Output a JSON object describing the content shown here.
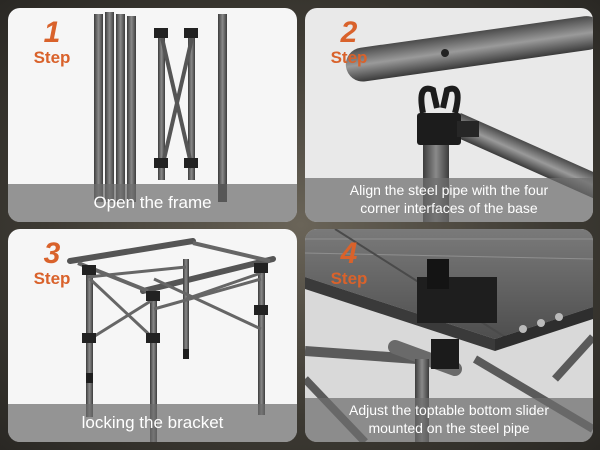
{
  "steps": [
    {
      "number": "1",
      "word": "Step",
      "caption": "Open the frame"
    },
    {
      "number": "2",
      "word": "Step",
      "caption_line1": "Align the steel pipe with the four",
      "caption_line2": "corner interfaces of the base"
    },
    {
      "number": "3",
      "word": "Step",
      "caption": "locking the bracket"
    },
    {
      "number": "4",
      "word": "Step",
      "caption_line1": "Adjust the toptable bottom slider",
      "caption_line2": "mounted on the steel pipe"
    }
  ],
  "colors": {
    "accent": "#d9622b",
    "caption_bg": "#6e6e6e",
    "pipe": "#5b5b5b"
  }
}
